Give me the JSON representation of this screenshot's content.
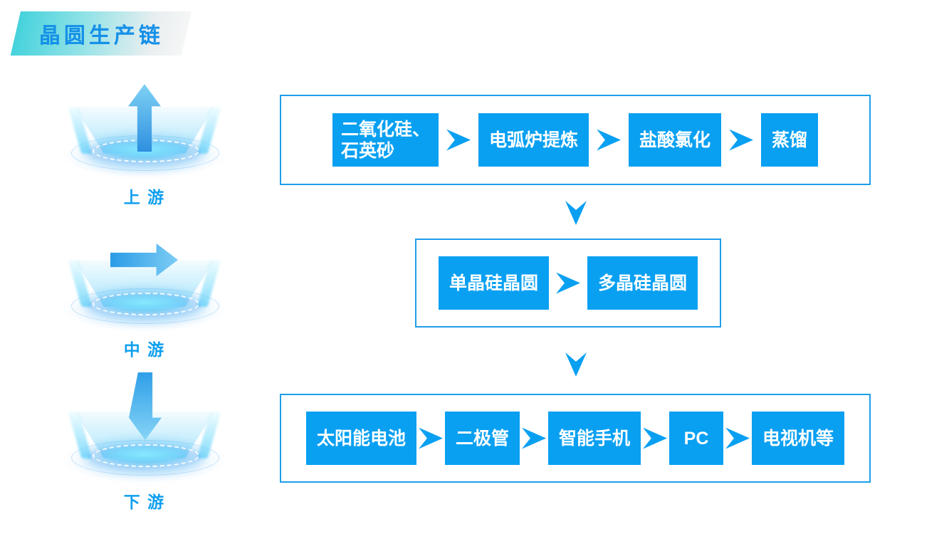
{
  "title": "晶圆生产链",
  "stages": [
    {
      "id": "upstream",
      "label": "上 游",
      "direction": "up",
      "steps": [
        "二氧化硅、\n石英砂",
        "电弧炉提炼",
        "盐酸氯化",
        "蒸馏"
      ]
    },
    {
      "id": "midstream",
      "label": "中 游",
      "direction": "right",
      "steps": [
        "单晶硅晶圆",
        "多晶硅晶圆"
      ]
    },
    {
      "id": "downstream",
      "label": "下 游",
      "direction": "down",
      "steps": [
        "太阳能电池",
        "二极管",
        "智能手机",
        "PC",
        "电视机等"
      ]
    }
  ],
  "colors": {
    "box_blue": "#09a0f2",
    "container_border_blue": "#1e9ee9",
    "stage_label_blue": "#0f9fef",
    "title_blue": "#1590e8",
    "banner_gradient_start": "#45d2dc",
    "banner_gradient_end": "#f5f6f6",
    "decor_arrow_light": "#7fd2f5",
    "decor_arrow_dark": "#2e8fdf"
  }
}
